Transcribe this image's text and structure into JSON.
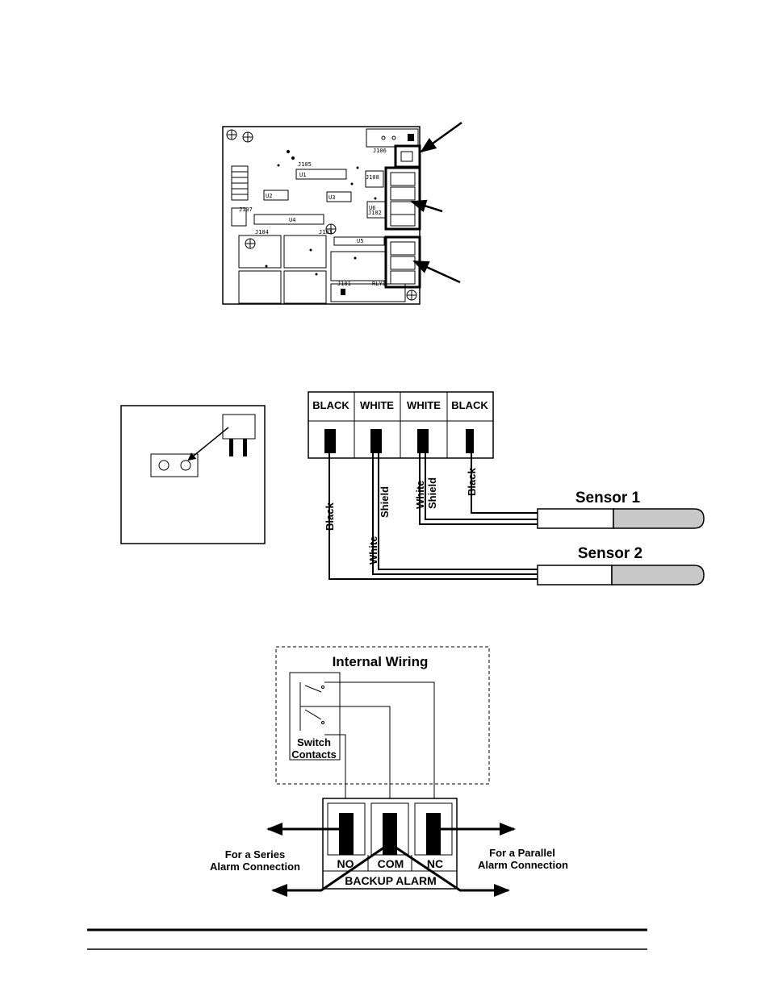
{
  "pcb": {
    "silkscreen": [
      "J106",
      "J108",
      "J105",
      "J101",
      "J102",
      "J103",
      "J104",
      "J107",
      "RLY1",
      "U1",
      "U2",
      "U3",
      "U4",
      "U5",
      "U6"
    ]
  },
  "sensor_wiring": {
    "terminals": [
      "BLACK",
      "WHITE",
      "WHITE",
      "BLACK"
    ],
    "wire_labels": {
      "black_1": "Black",
      "white_1": "White",
      "shield_1": "Shield",
      "white_2": "White",
      "shield_2": "Shield",
      "black_2": "Black"
    },
    "sensor_1": "Sensor 1",
    "sensor_2": "Sensor 2"
  },
  "alarm_wiring": {
    "title": "Internal Wiring",
    "switch_label_line1": "Switch",
    "switch_label_line2": "Contacts",
    "terminals": [
      "NO",
      "COM",
      "NC"
    ],
    "block_label": "BACKUP ALARM",
    "series_line1": "For a Series",
    "series_line2": "Alarm Connection",
    "parallel_line1": "For a Parallel",
    "parallel_line2": "Alarm Connection"
  }
}
